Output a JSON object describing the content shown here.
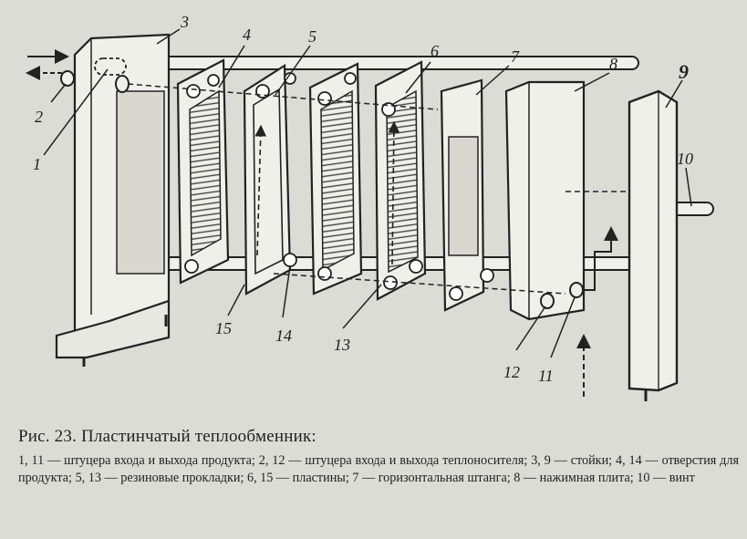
{
  "figure": {
    "caption_title": "Рис. 23. Пластинчатый теплообменник:",
    "legend": [
      "1, 11 — штуцера входа и выхода продукта;",
      "2, 12 — штуцера входа и выхода теплоносителя;",
      "3, 9 — стойки;",
      "4, 14 — отверстия для продукта;",
      "5, 13 — резиновые прокладки;",
      "6, 15 — пластины;",
      "7 — горизонтальная штанга;",
      "8 — нажимная плита;",
      "10 — винт"
    ]
  },
  "labels": {
    "n1": "1",
    "n2": "2",
    "n3": "3",
    "n4": "4",
    "n5": "5",
    "n6": "6",
    "n7": "7",
    "n8": "8",
    "n9": "9",
    "n10": "10",
    "n11": "11",
    "n12": "12",
    "n13": "13",
    "n14": "14",
    "n15": "15"
  }
}
